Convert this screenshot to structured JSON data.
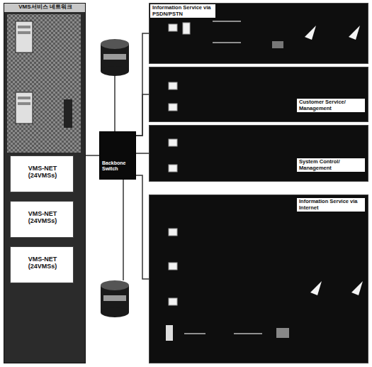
{
  "diagram": {
    "nodes": [
      {
        "text": [
          "VMS서비스 네트워크"
        ]
      },
      {
        "text": [
          "VMS-NET (24VMSs)"
        ],
        "in": 0
      },
      {
        "text": [
          "VMS-NET (24VMSs)"
        ],
        "in": 0
      },
      {
        "text": [
          "VMS-NET (24VMSs)"
        ],
        "in": 0
      },
      {
        "text": [
          "Backbone Switch"
        ]
      },
      {
        "text": [
          "Information Service via PSDN/PSTN"
        ]
      },
      {
        "text": [
          "Customer Service/ Management"
        ]
      },
      {
        "text": [
          "System Control/ Management"
        ]
      },
      {
        "text": [
          "Information Service via Internet"
        ]
      }
    ],
    "edges": [
      {
        "from": 0,
        "to": 4,
        "arrow": "none"
      },
      {
        "from": 4,
        "to": 5,
        "arrow": "none"
      },
      {
        "from": 4,
        "to": 6,
        "arrow": "none"
      },
      {
        "from": 4,
        "to": 7,
        "arrow": "none"
      },
      {
        "from": 4,
        "to": 8,
        "arrow": "none"
      }
    ]
  }
}
